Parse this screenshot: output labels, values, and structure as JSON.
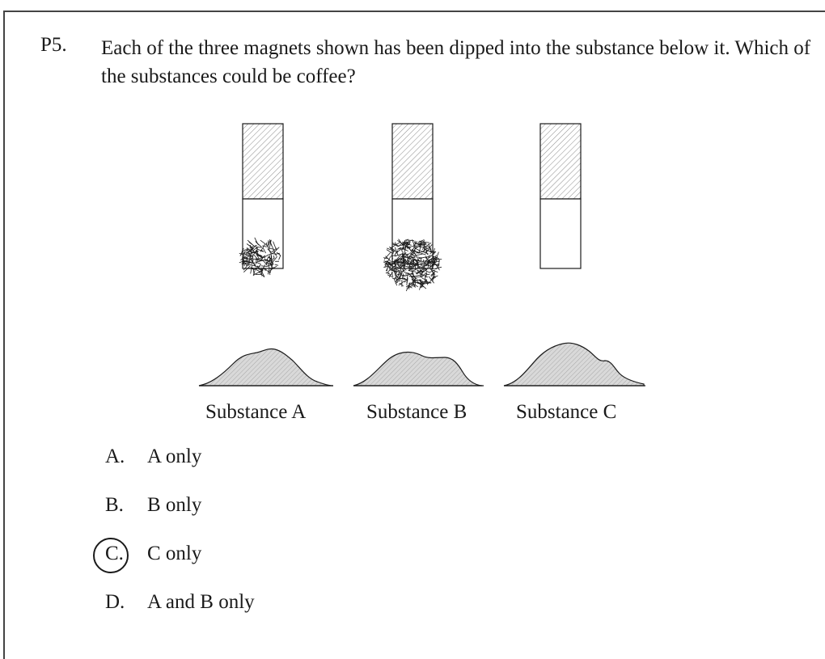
{
  "question": {
    "number": "P5.",
    "text": "Each of the three magnets shown has been dipped into the substance below it. Which of the substances could be coffee?"
  },
  "substances": [
    "Substance A",
    "Substance B",
    "Substance C"
  ],
  "choices": [
    {
      "letter": "A.",
      "text": "A only",
      "circled": false
    },
    {
      "letter": "B.",
      "text": "B only",
      "circled": false
    },
    {
      "letter": "C.",
      "text": "C only",
      "circled": true
    },
    {
      "letter": "D.",
      "text": "A and B only",
      "circled": false
    }
  ],
  "colors": {
    "ink": "#1a1a1a",
    "hatch": "#999999",
    "pile": "#cfcfcf"
  }
}
